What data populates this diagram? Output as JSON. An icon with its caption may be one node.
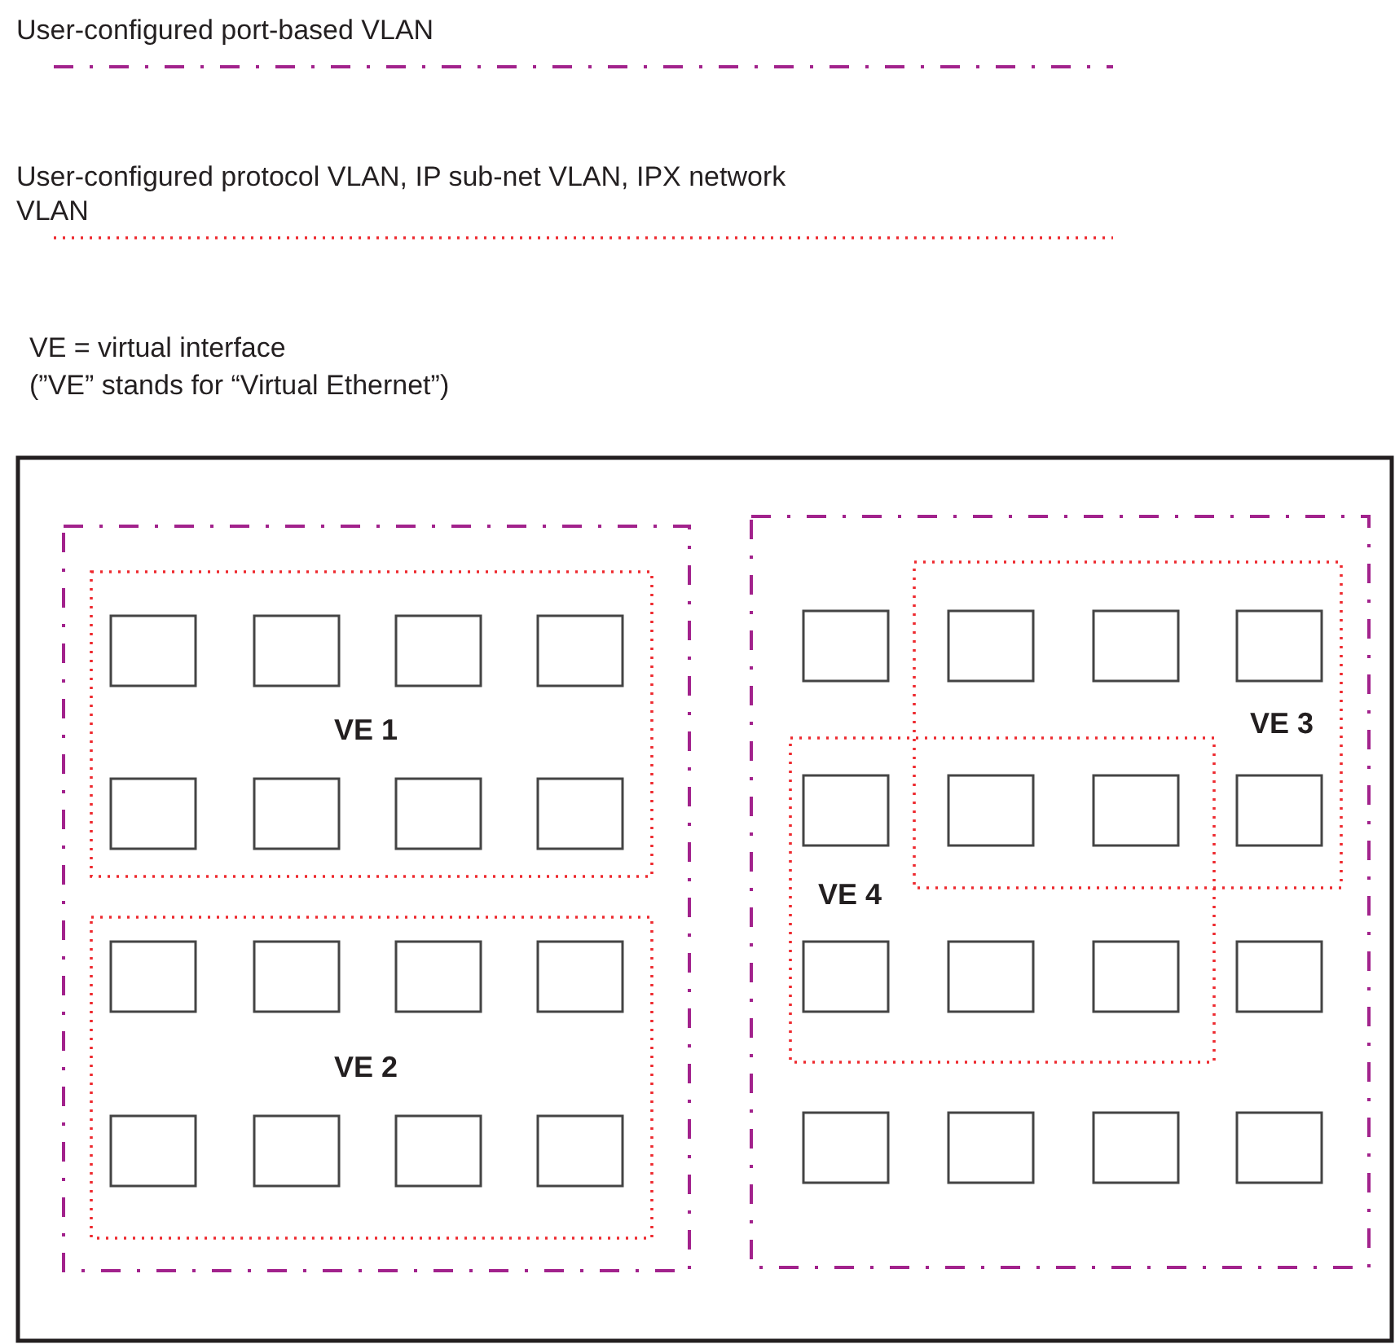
{
  "diagram": {
    "nodes": [
      {
        "text": [],
        "shape": "box"
      },
      {
        "text": [],
        "shape": "box",
        "in": 0
      },
      {
        "text": [
          "VE 1"
        ],
        "in": 1
      },
      {
        "text": [],
        "shape": "box",
        "in": 2
      },
      {
        "text": [],
        "shape": "box",
        "in": 2
      },
      {
        "text": [],
        "shape": "box",
        "in": 2
      },
      {
        "text": [],
        "shape": "box",
        "in": 2
      },
      {
        "text": [],
        "shape": "box",
        "in": 2
      },
      {
        "text": [],
        "shape": "box",
        "in": 2
      },
      {
        "text": [],
        "shape": "box",
        "in": 2
      },
      {
        "text": [],
        "shape": "box",
        "in": 2
      },
      {
        "text": [
          "VE 2"
        ],
        "in": 1
      },
      {
        "text": [],
        "shape": "box",
        "in": 11
      },
      {
        "text": [],
        "shape": "box",
        "in": 11
      },
      {
        "text": [],
        "shape": "box",
        "in": 11
      },
      {
        "text": [],
        "shape": "box",
        "in": 11
      },
      {
        "text": [],
        "shape": "box",
        "in": 11
      },
      {
        "text": [],
        "shape": "box",
        "in": 11
      },
      {
        "text": [],
        "shape": "box",
        "in": 11
      },
      {
        "text": [],
        "shape": "box",
        "in": 11
      },
      {
        "text": [],
        "shape": "box",
        "in": 0
      },
      {
        "text": [
          "VE 3"
        ],
        "in": 20
      },
      {
        "text": [
          "VE 4"
        ],
        "in": 20
      },
      {
        "text": [],
        "shape": "box",
        "in": 20
      },
      {
        "text": [],
        "shape": "box",
        "in": 21
      },
      {
        "text": [],
        "shape": "box",
        "in": 21
      },
      {
        "text": [],
        "shape": "box",
        "in": 21
      },
      {
        "text": [],
        "shape": "box",
        "in": 22
      },
      {
        "text": [],
        "shape": "box"
      },
      {
        "text": [],
        "shape": "box"
      },
      {
        "text": [],
        "shape": "box",
        "in": 21
      },
      {
        "text": [],
        "shape": "box",
        "in": 22
      },
      {
        "text": [],
        "shape": "box",
        "in": 22
      },
      {
        "text": [],
        "shape": "box",
        "in": 22
      },
      {
        "text": [],
        "shape": "box",
        "in": 20
      },
      {
        "text": [],
        "shape": "box",
        "in": 20
      },
      {
        "text": [],
        "shape": "box",
        "in": 20
      },
      {
        "text": [],
        "shape": "box",
        "in": 20
      },
      {
        "text": [],
        "shape": "box",
        "in": 20
      }
    ],
    "labels": [
      "VE = virtual interface",
      "(”VE” stands for “Virtual Ethernet”)"
    ],
    "legend": [
      {
        "text": "User-configured port-based VLAN"
      },
      {
        "text": "User-configured protocol VLAN, IP sub-net VLAN, IPX network VLAN"
      }
    ]
  }
}
